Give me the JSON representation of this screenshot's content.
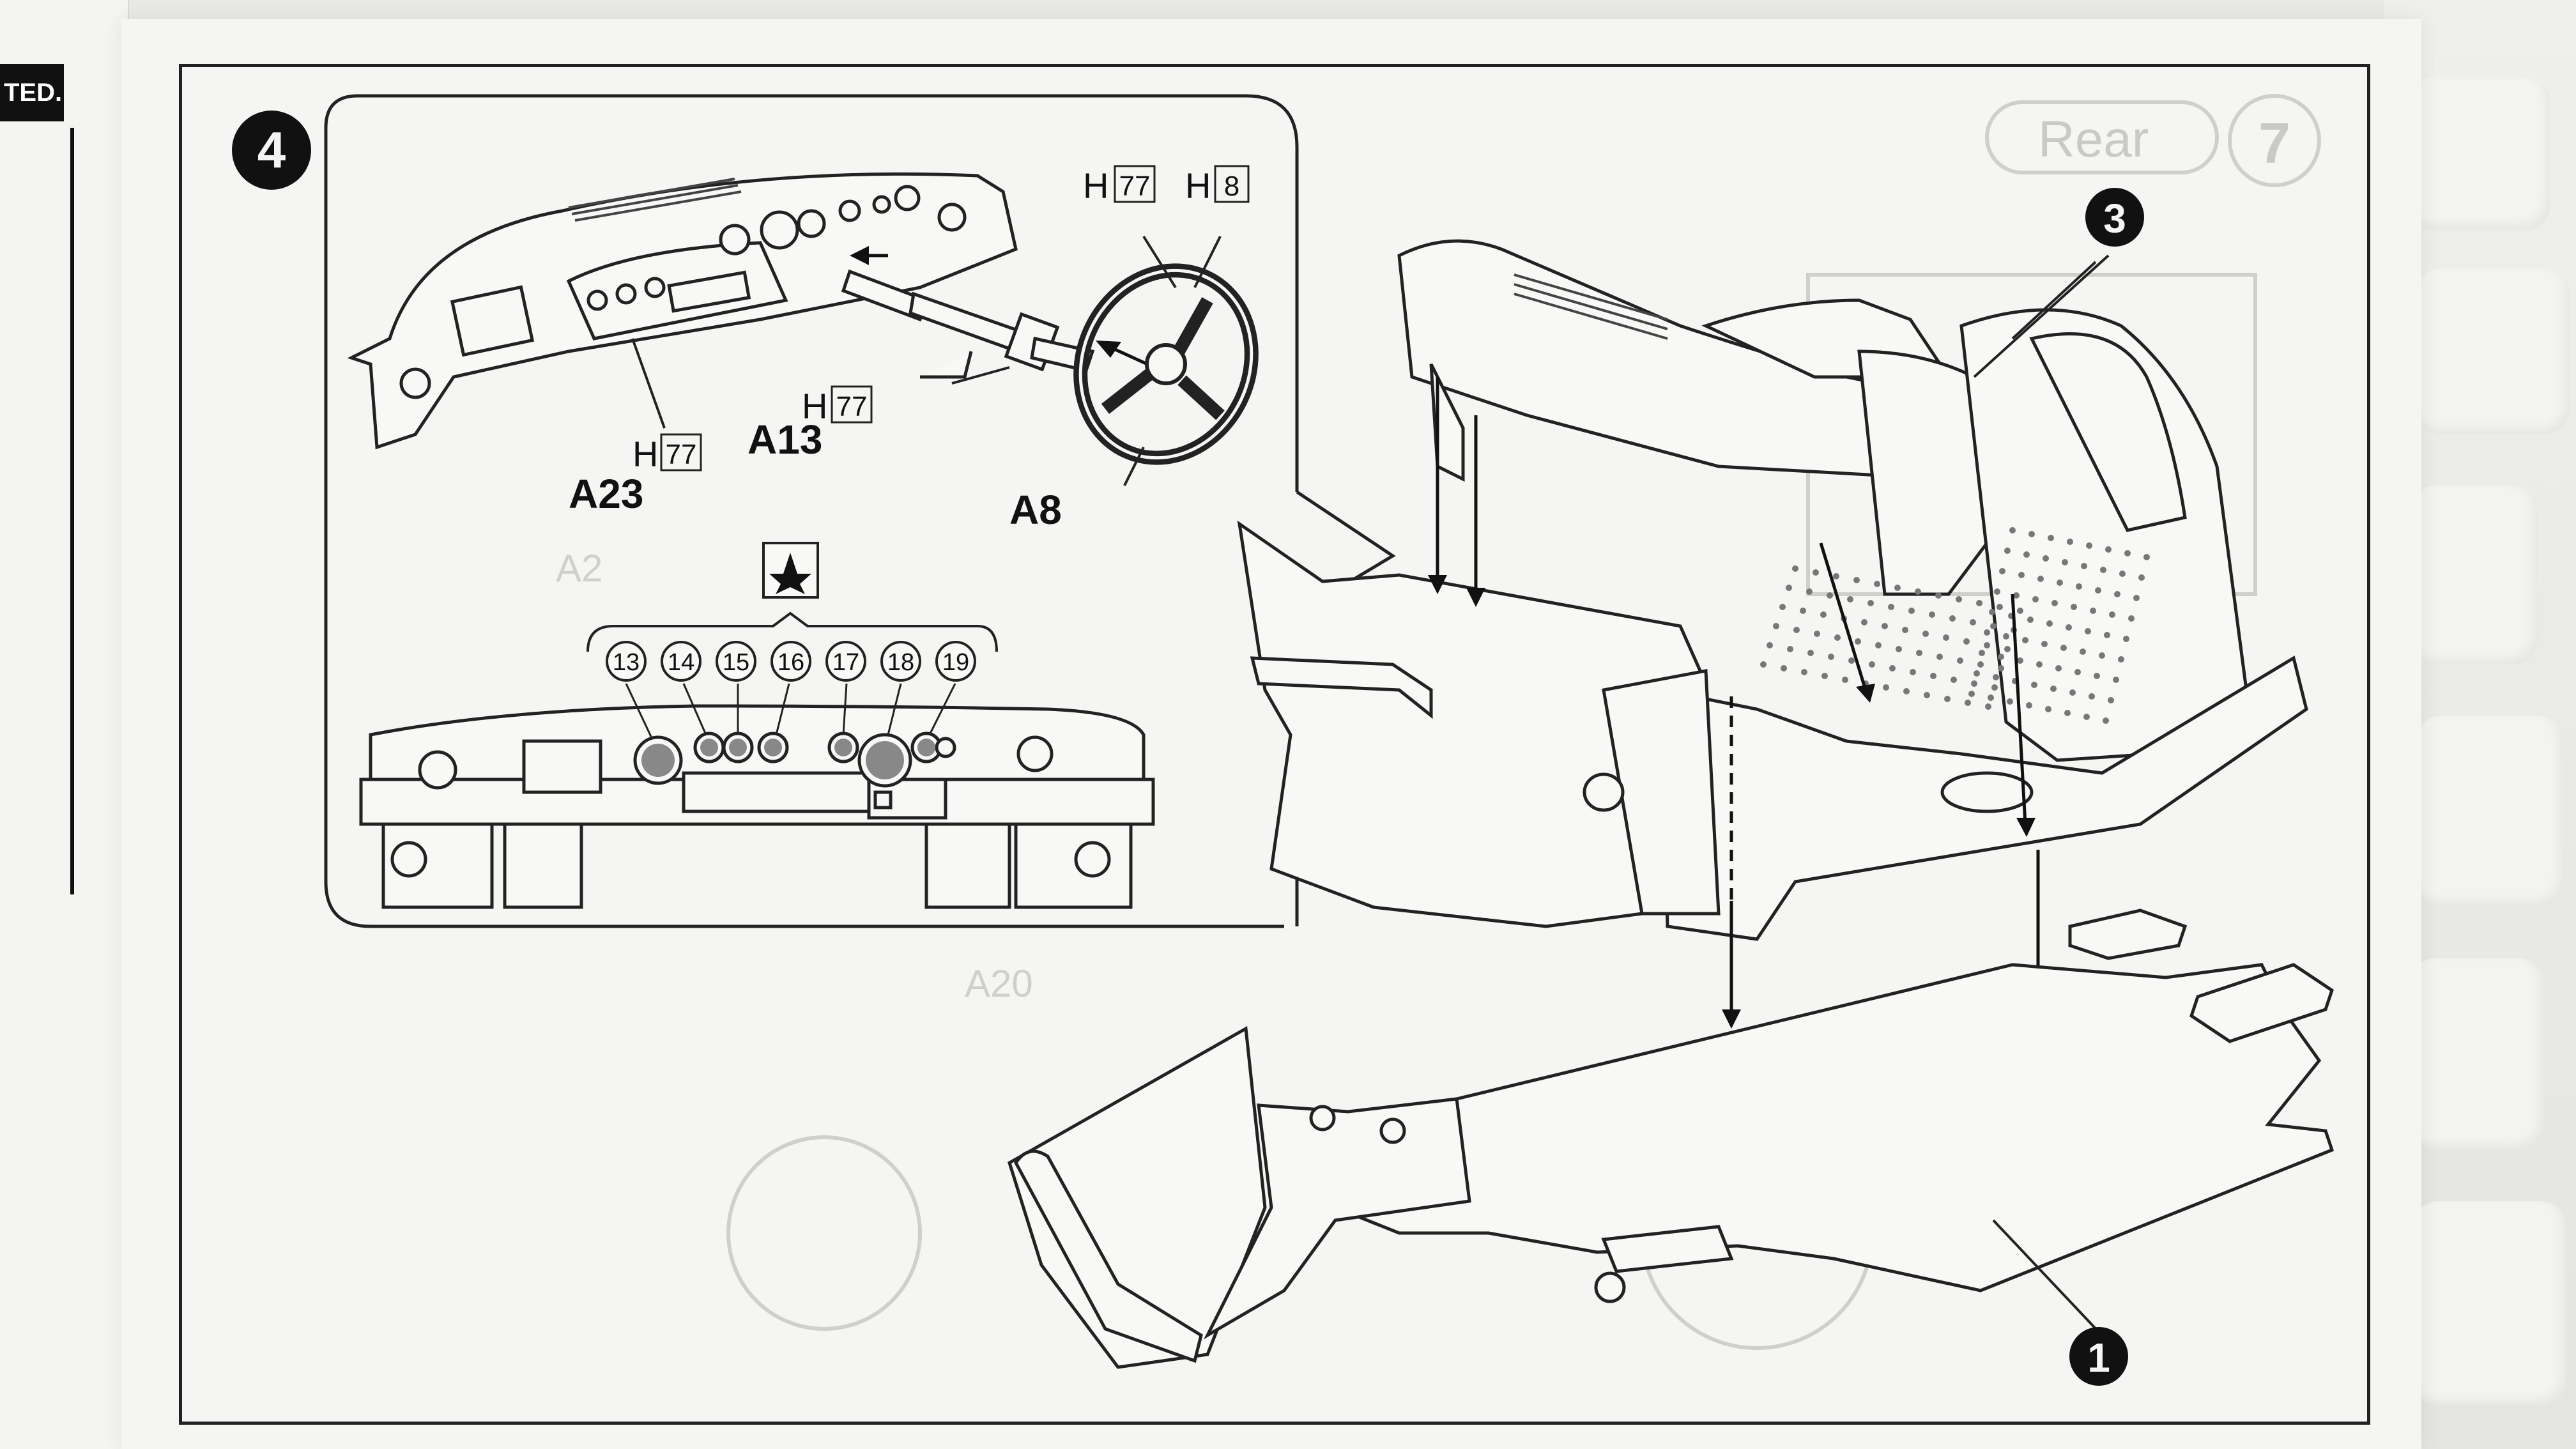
{
  "left_page": {
    "tab_text": "TED."
  },
  "step": {
    "number": "4"
  },
  "callouts": {
    "step3": "3",
    "step1": "1"
  },
  "inset_top": {
    "labels": {
      "h77_a": {
        "letter": "H",
        "box": "77"
      },
      "h8": {
        "letter": "H",
        "box": "8"
      },
      "h77_b": {
        "letter": "H",
        "box": "77"
      },
      "h77_c": {
        "letter": "H",
        "box": "77"
      },
      "a13": "A13",
      "a23": "A23",
      "a8": "A8"
    }
  },
  "decals": {
    "numbers": [
      "13",
      "14",
      "15",
      "16",
      "17",
      "18",
      "19"
    ]
  },
  "ghost_text": {
    "rear": "Rear",
    "step7": "7",
    "a20": "A20",
    "a2": "A2"
  },
  "colors": {
    "ink": "#111111",
    "paper": "#f5f5f3",
    "ghost": "#c9c9c6"
  }
}
